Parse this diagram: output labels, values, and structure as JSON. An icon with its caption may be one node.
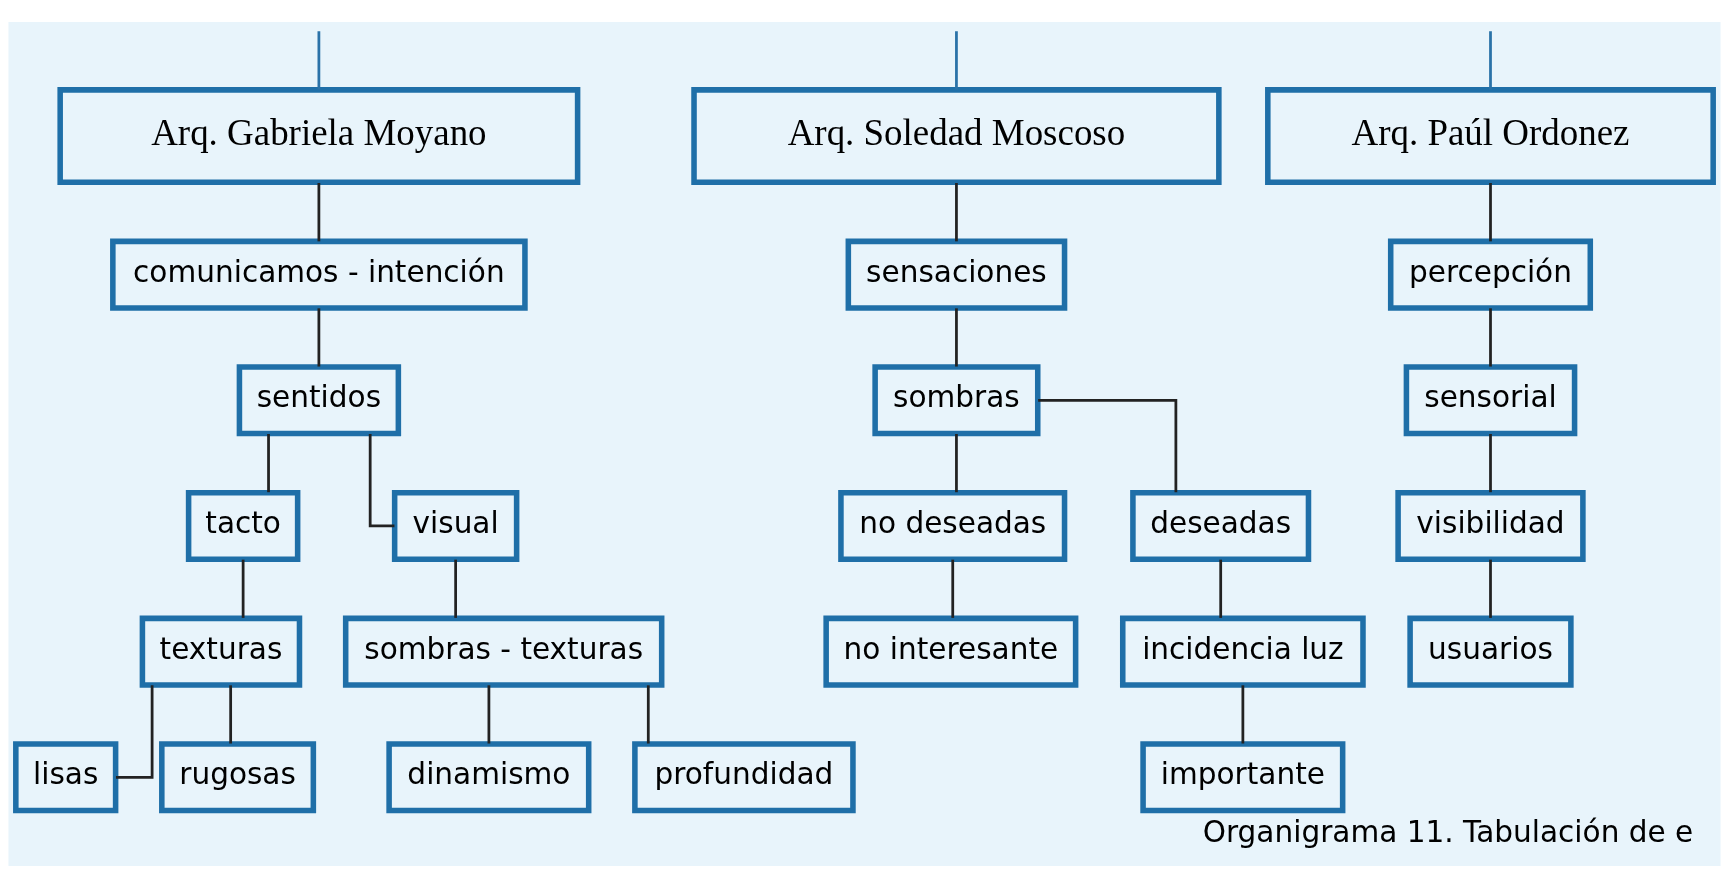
{
  "diagram": {
    "caption": "Organigrama 11. Tabulación de e",
    "nodes": [
      {
        "text": [
          "Arq. Gabriela Moyano"
        ]
      },
      {
        "text": [
          "Arq. Soledad Moscoso"
        ]
      },
      {
        "text": [
          "Arq. Paúl Ordonez"
        ]
      },
      {
        "text": [
          "comunicamos - intención"
        ]
      },
      {
        "text": [
          "sentidos"
        ]
      },
      {
        "text": [
          "tacto"
        ]
      },
      {
        "text": [
          "visual"
        ]
      },
      {
        "text": [
          "texturas"
        ]
      },
      {
        "text": [
          "sombras - texturas"
        ]
      },
      {
        "text": [
          "lisas"
        ]
      },
      {
        "text": [
          "rugosas"
        ]
      },
      {
        "text": [
          "dinamismo"
        ]
      },
      {
        "text": [
          "profundidad"
        ]
      },
      {
        "text": [
          "sensaciones"
        ]
      },
      {
        "text": [
          "sombras"
        ]
      },
      {
        "text": [
          "no deseadas"
        ]
      },
      {
        "text": [
          "deseadas"
        ]
      },
      {
        "text": [
          "no interesante"
        ]
      },
      {
        "text": [
          "incidencia luz"
        ]
      },
      {
        "text": [
          "importante"
        ]
      },
      {
        "text": [
          "percepción"
        ]
      },
      {
        "text": [
          "sensorial"
        ]
      },
      {
        "text": [
          "visibilidad"
        ]
      },
      {
        "text": [
          "usuarios"
        ]
      }
    ],
    "edges": [
      {
        "from": null,
        "to": 0,
        "arrow": "none",
        "color": "#2a72a8"
      },
      {
        "from": null,
        "to": 1,
        "arrow": "none",
        "color": "#2a72a8"
      },
      {
        "from": null,
        "to": 2,
        "arrow": "none",
        "color": "#2a72a8"
      },
      {
        "from": 0,
        "to": 3,
        "arrow": "none"
      },
      {
        "from": 3,
        "to": 4,
        "arrow": "none"
      },
      {
        "from": 4,
        "to": 5,
        "arrow": "none"
      },
      {
        "from": 4,
        "to": 6,
        "arrow": "none"
      },
      {
        "from": 5,
        "to": 7,
        "arrow": "none"
      },
      {
        "from": 6,
        "to": 8,
        "arrow": "none"
      },
      {
        "from": 7,
        "to": 9,
        "arrow": "none"
      },
      {
        "from": 7,
        "to": 10,
        "arrow": "none"
      },
      {
        "from": 8,
        "to": 11,
        "arrow": "none"
      },
      {
        "from": 8,
        "to": 12,
        "arrow": "none"
      },
      {
        "from": 1,
        "to": 13,
        "arrow": "none"
      },
      {
        "from": 13,
        "to": 14,
        "arrow": "none"
      },
      {
        "from": 14,
        "to": 15,
        "arrow": "none"
      },
      {
        "from": 14,
        "to": 16,
        "arrow": "none"
      },
      {
        "from": 15,
        "to": 17,
        "arrow": "none"
      },
      {
        "from": 16,
        "to": 18,
        "arrow": "none"
      },
      {
        "from": 18,
        "to": 19,
        "arrow": "none"
      },
      {
        "from": 2,
        "to": 20,
        "arrow": "none"
      },
      {
        "from": 20,
        "to": 21,
        "arrow": "none"
      },
      {
        "from": 21,
        "to": 22,
        "arrow": "none"
      },
      {
        "from": 22,
        "to": 23,
        "arrow": "none"
      }
    ]
  }
}
